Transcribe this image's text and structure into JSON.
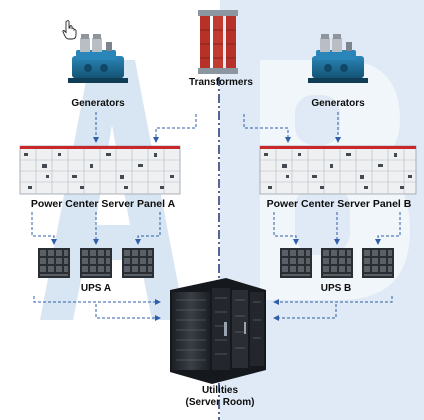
{
  "labels": {
    "generators_left": "Generators",
    "generators_right": "Generators",
    "transformers": "Transformers",
    "panel_a": "Power Center Server Panel A",
    "panel_b": "Power Center Server Panel B",
    "ups_a": "UPS A",
    "ups_b": "UPS B",
    "utilities_line1": "Utilities",
    "utilities_line2": "(Server Room)"
  },
  "watermark": {
    "left_letter": "A",
    "right_letter": "B"
  },
  "colors": {
    "watermark": "#d8e6f4",
    "right_zone": "#dfeaf6",
    "arrow": "#2f5fa8",
    "divider": "#2c3f7a",
    "generator_body": "#1f6e98",
    "transformer": "#c03a30",
    "panel_stripe": "#c8282a",
    "ups_cell": "#3a3e44",
    "rack": "#2b2f35"
  },
  "icons": {
    "cursor": "hand-pointer-icon",
    "generator": "generator-icon",
    "transformer": "transformer-icon",
    "panel": "switchgear-panel-icon",
    "ups": "ups-battery-icon",
    "server": "server-rack-icon"
  }
}
